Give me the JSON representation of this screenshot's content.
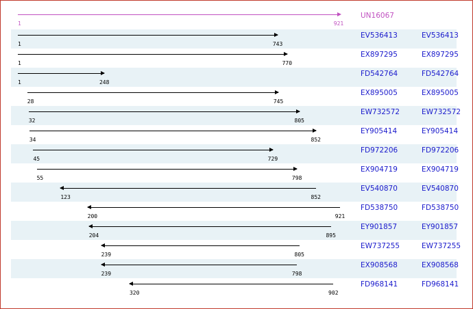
{
  "query": {
    "accession": "UN16067",
    "start": 1,
    "end": 921,
    "color": "#c050c0"
  },
  "hit_color": "#1a1acc",
  "line_color": "#000000",
  "border_color": "#c0392b",
  "shade_color": "#e8f2f6",
  "hits": [
    {
      "accession": "EV536413",
      "accession_alt": "EV536413",
      "start": "1",
      "end": "743",
      "direction": "forward"
    },
    {
      "accession": "EX897295",
      "accession_alt": "EX897295",
      "start": "1",
      "end": "770",
      "direction": "forward"
    },
    {
      "accession": "FD542764",
      "accession_alt": "FD542764",
      "start": "1",
      "end": "248",
      "direction": "forward"
    },
    {
      "accession": "EX895005",
      "accession_alt": "EX895005",
      "start": "28",
      "end": "745",
      "direction": "forward"
    },
    {
      "accession": "EW732572",
      "accession_alt": "EW732572",
      "start": "32",
      "end": "805",
      "direction": "forward"
    },
    {
      "accession": "EY905414",
      "accession_alt": "EY905414",
      "start": "34",
      "end": "852",
      "direction": "forward"
    },
    {
      "accession": "FD972206",
      "accession_alt": "FD972206",
      "start": "45",
      "end": "729",
      "direction": "forward"
    },
    {
      "accession": "EX904719",
      "accession_alt": "EX904719",
      "start": "55",
      "end": "798",
      "direction": "forward"
    },
    {
      "accession": "EV540870",
      "accession_alt": "EV540870",
      "start": "123",
      "end": "852",
      "direction": "reverse"
    },
    {
      "accession": "FD538750",
      "accession_alt": "FD538750",
      "start": "200",
      "end": "921",
      "direction": "reverse"
    },
    {
      "accession": "EY901857",
      "accession_alt": "EY901857",
      "start": "204",
      "end": "895",
      "direction": "reverse"
    },
    {
      "accession": "EW737255",
      "accession_alt": "EW737255",
      "start": "239",
      "end": "805",
      "direction": "reverse"
    },
    {
      "accession": "EX908568",
      "accession_alt": "EX908568",
      "start": "239",
      "end": "798",
      "direction": "reverse"
    },
    {
      "accession": "FD968141",
      "accession_alt": "FD968141",
      "start": "320",
      "end": "902",
      "direction": "reverse"
    }
  ]
}
